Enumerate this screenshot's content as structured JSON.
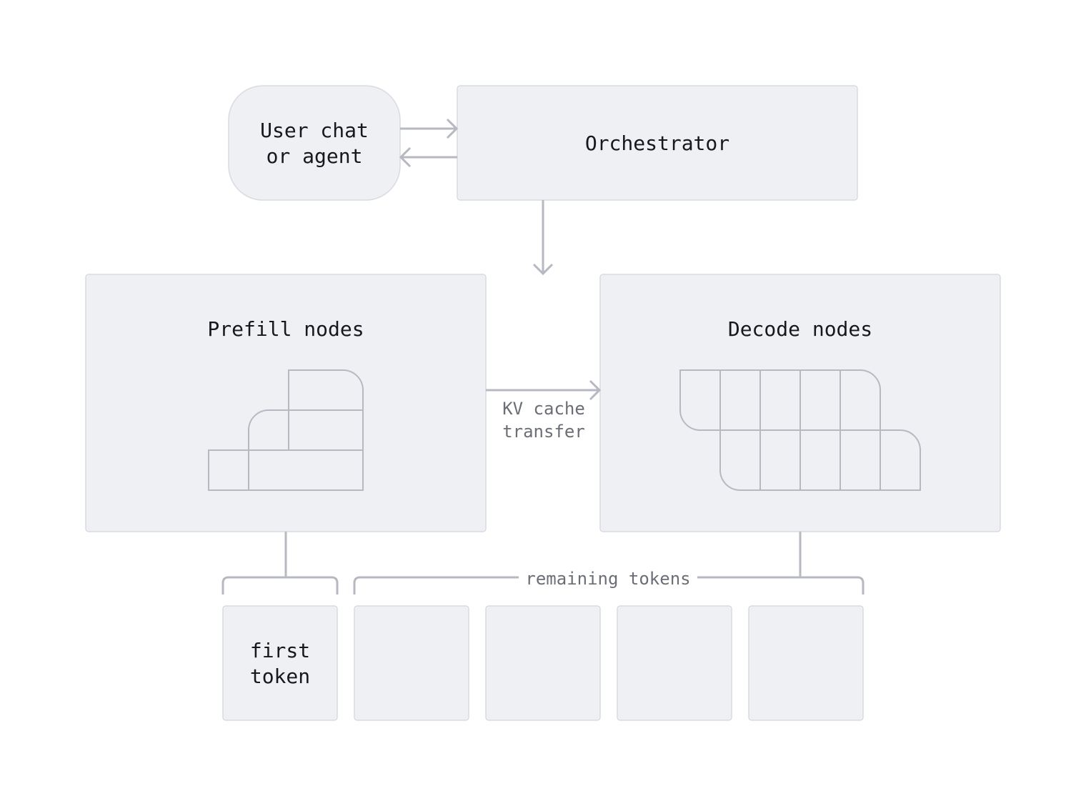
{
  "nodes": {
    "user": {
      "line1": "User chat",
      "line2": "or agent"
    },
    "orchestrator": {
      "label": "Orchestrator"
    },
    "prefill": {
      "label": "Prefill nodes"
    },
    "decode": {
      "label": "Decode nodes"
    },
    "first_token": {
      "line1": "first",
      "line2": "token"
    }
  },
  "edges": {
    "kv_transfer": {
      "line1": "KV cache",
      "line2": "transfer"
    },
    "remaining": {
      "label": "remaining tokens"
    }
  },
  "colors": {
    "box_fill": "#eff0f4",
    "box_stroke": "#d9dbe1",
    "connector": "#b7b9c2",
    "text": "#16181d",
    "muted_text": "#6b6e76"
  }
}
